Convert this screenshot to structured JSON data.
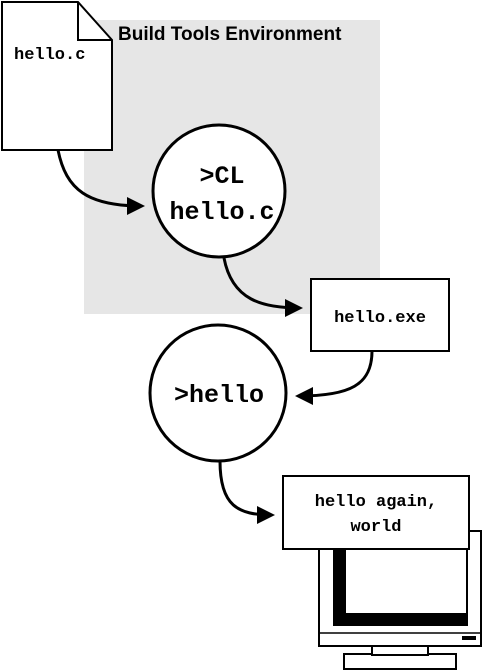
{
  "environment": {
    "label": "Build Tools Environment",
    "background_color": "#e6e6e6"
  },
  "source_file": {
    "label": "hello.c",
    "icon": "document-icon"
  },
  "compile_step": {
    "line1": ">CL",
    "line2": "hello.c"
  },
  "executable": {
    "label": "hello.exe"
  },
  "run_step": {
    "label": ">hello"
  },
  "output": {
    "line1": "hello again,",
    "line2": "world",
    "icon": "monitor-icon"
  },
  "colors": {
    "stroke": "#000000",
    "fill": "#ffffff"
  }
}
